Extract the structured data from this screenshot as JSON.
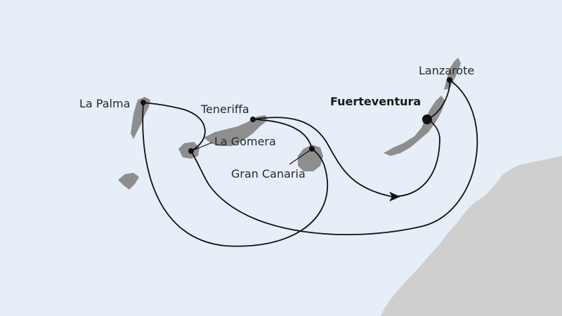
{
  "map": {
    "colors": {
      "sea": "#e6eef8",
      "mainland": "#cfcfcf",
      "island": "#8e8e8e",
      "route": "#111111"
    },
    "ports": {
      "lanzarote": "Lanzarote",
      "fuerteventura": "Fuerteventura",
      "la_palma": "La Palma",
      "teneriffa": "Teneriffa",
      "la_gomera": "La Gomera",
      "gran_canaria": "Gran Canaria"
    },
    "start_port": "Fuerteventura"
  }
}
